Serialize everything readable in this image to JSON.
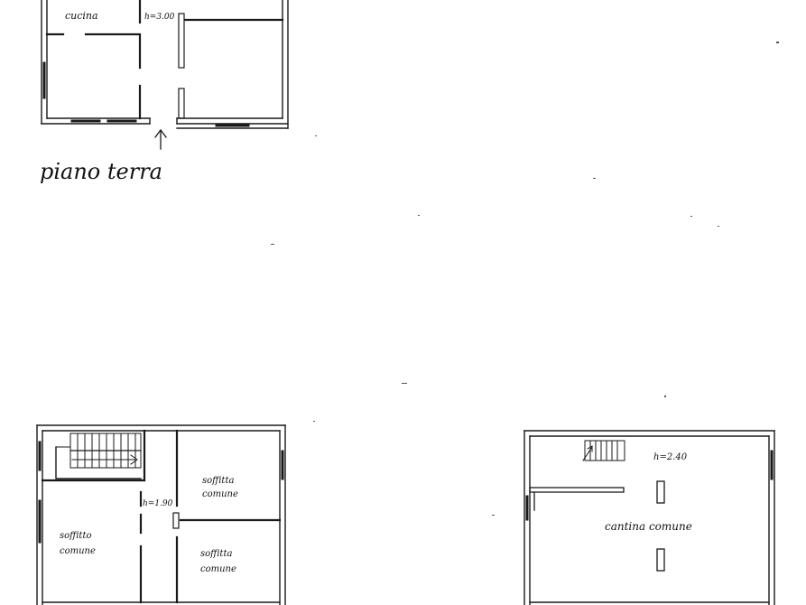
{
  "ground_floor": {
    "caption": "piano terra",
    "room_cucina": "cucina",
    "height_note": "h=3.00"
  },
  "attic_floor": {
    "height_note": "h=1.90",
    "room_left_line1": "soffitto",
    "room_left_line2": "comune",
    "room_top_right_line1": "soffitta",
    "room_top_right_line2": "comune",
    "room_bottom_right_line1": "soffitta",
    "room_bottom_right_line2": "comune"
  },
  "cellar_floor": {
    "height_note": "h=2.40",
    "room_label": "cantina comune"
  },
  "colors": {
    "ink": "#1a1a1a",
    "paper": "#ffffff"
  }
}
